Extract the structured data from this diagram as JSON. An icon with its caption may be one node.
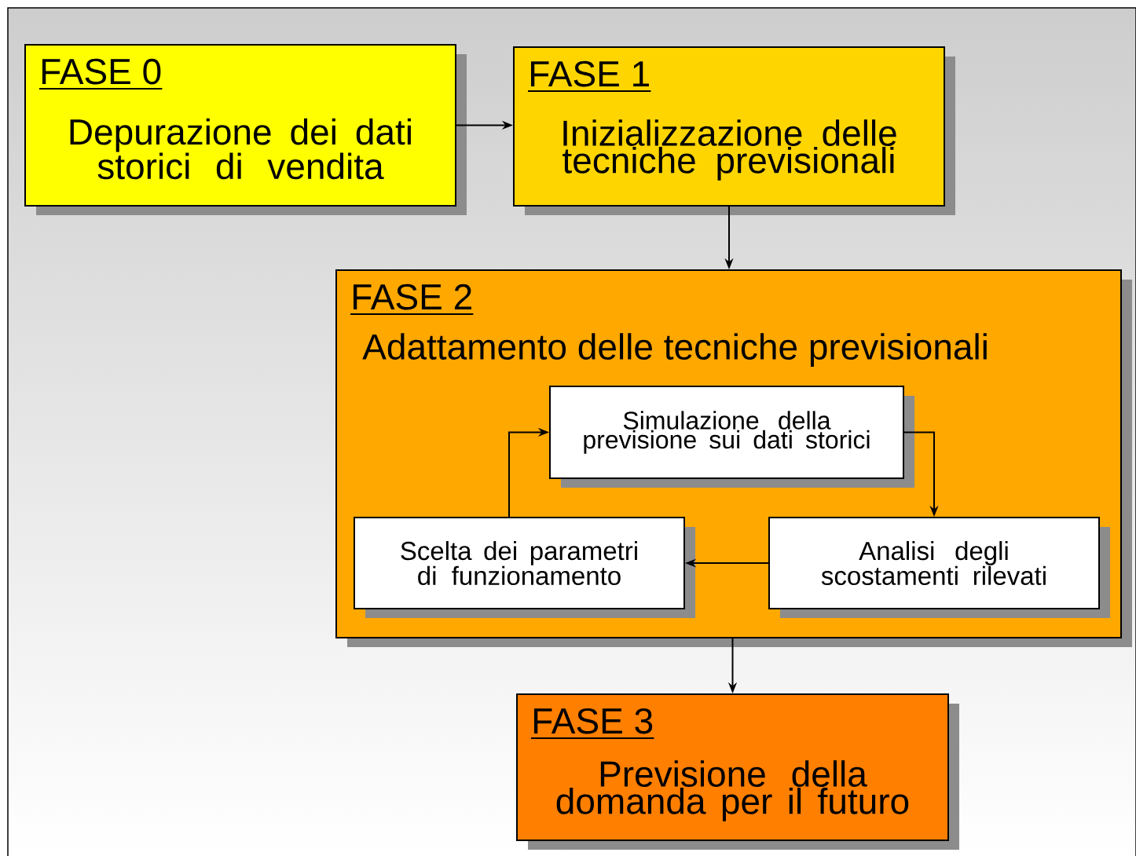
{
  "diagram": {
    "nodes": [
      {
        "text": [
          "FASE 0",
          "Depurazione dei dati storici di vendita"
        ]
      },
      {
        "text": [
          "FASE 1",
          "Inizializzazione delle tecniche previsionali"
        ]
      },
      {
        "text": [
          "FASE 2",
          "Adattamento delle tecniche previsionali"
        ]
      },
      {
        "text": [
          "Simulazione della previsione sui dati storici"
        ],
        "in": 2
      },
      {
        "text": [
          "Scelta dei parametri di funzionamento"
        ],
        "in": 2
      },
      {
        "text": [
          "Analisi degli scostamenti rilevati"
        ],
        "in": 2
      },
      {
        "text": [
          "FASE 3",
          "Previsione della domanda per il futuro"
        ]
      }
    ],
    "edges": [
      {
        "from": 0,
        "to": 1,
        "arrow": "to"
      },
      {
        "from": 1,
        "to": 2,
        "arrow": "to"
      },
      {
        "from": 3,
        "to": 5,
        "arrow": "to"
      },
      {
        "from": 5,
        "to": 4,
        "arrow": "to"
      },
      {
        "from": 4,
        "to": 3,
        "arrow": "to"
      },
      {
        "from": 2,
        "to": 6,
        "arrow": "to"
      }
    ]
  }
}
